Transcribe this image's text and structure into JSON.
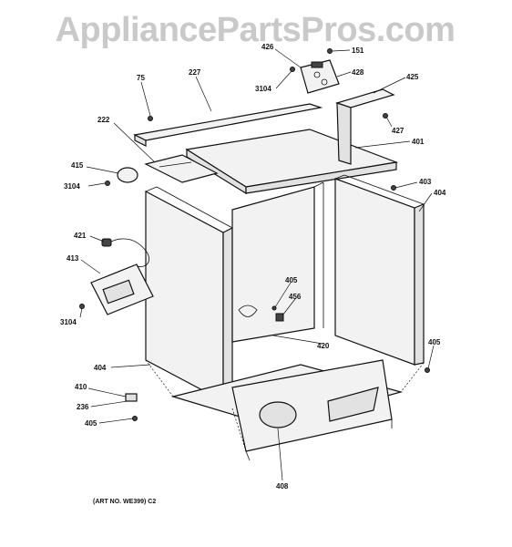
{
  "watermark": "AppliancePartsPros.com",
  "art_number": "(ART NO. WE399) C2",
  "labels": {
    "l75": "75",
    "l227": "227",
    "l426": "426",
    "l151": "151",
    "l428": "428",
    "l3104a": "3104",
    "l425": "425",
    "l222": "222",
    "l427": "427",
    "l401": "401",
    "l415": "415",
    "l3104b": "3104",
    "l403": "403",
    "l404a": "404",
    "l421": "421",
    "l413": "413",
    "l405a": "405",
    "l456": "456",
    "l3104c": "3104",
    "l420": "420",
    "l405b": "405",
    "l404b": "404",
    "l410": "410",
    "l236": "236",
    "l405c": "405",
    "l408": "408"
  }
}
